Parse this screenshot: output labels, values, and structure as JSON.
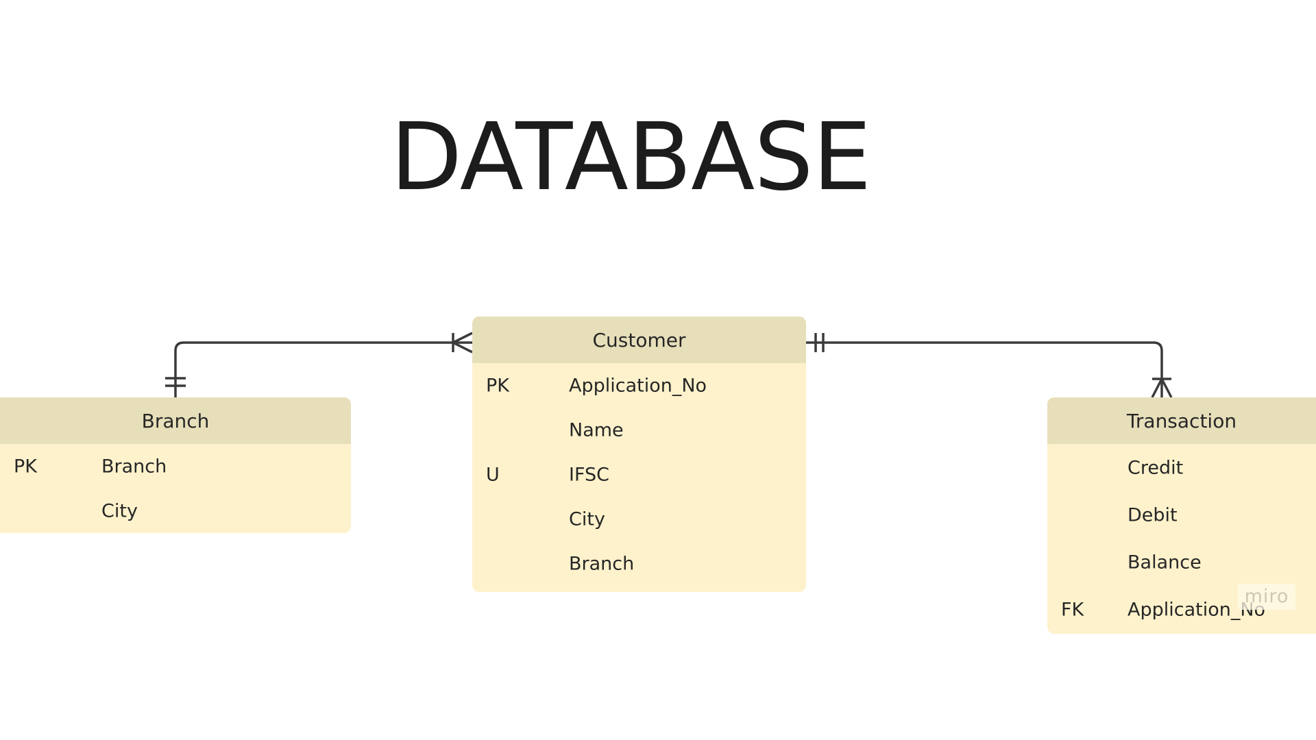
{
  "title": "DATABASE",
  "watermark": "miro",
  "entities": {
    "branch": {
      "name": "Branch",
      "rows": [
        {
          "key": "PK",
          "field": "Branch"
        },
        {
          "key": "",
          "field": "City"
        }
      ]
    },
    "customer": {
      "name": "Customer",
      "rows": [
        {
          "key": "PK",
          "field": "Application_No"
        },
        {
          "key": "",
          "field": "Name"
        },
        {
          "key": "U",
          "field": "IFSC"
        },
        {
          "key": "",
          "field": "City"
        },
        {
          "key": "",
          "field": "Branch"
        }
      ]
    },
    "transaction": {
      "name": "Transaction",
      "rows": [
        {
          "key": "",
          "field": "Credit"
        },
        {
          "key": "",
          "field": "Debit"
        },
        {
          "key": "",
          "field": "Balance"
        },
        {
          "key": "FK",
          "field": "Application_No"
        }
      ]
    }
  },
  "relationships": [
    {
      "from": "Branch",
      "from_cardinality": "one-and-only-one",
      "to": "Customer",
      "to_cardinality": "one-or-many"
    },
    {
      "from": "Customer",
      "from_cardinality": "one-and-only-one",
      "to": "Transaction",
      "to_cardinality": "one-or-many"
    }
  ],
  "colors": {
    "header": "#e6dfba",
    "body": "#fdf2cc",
    "line": "#3a3a3a",
    "text": "#262626"
  }
}
